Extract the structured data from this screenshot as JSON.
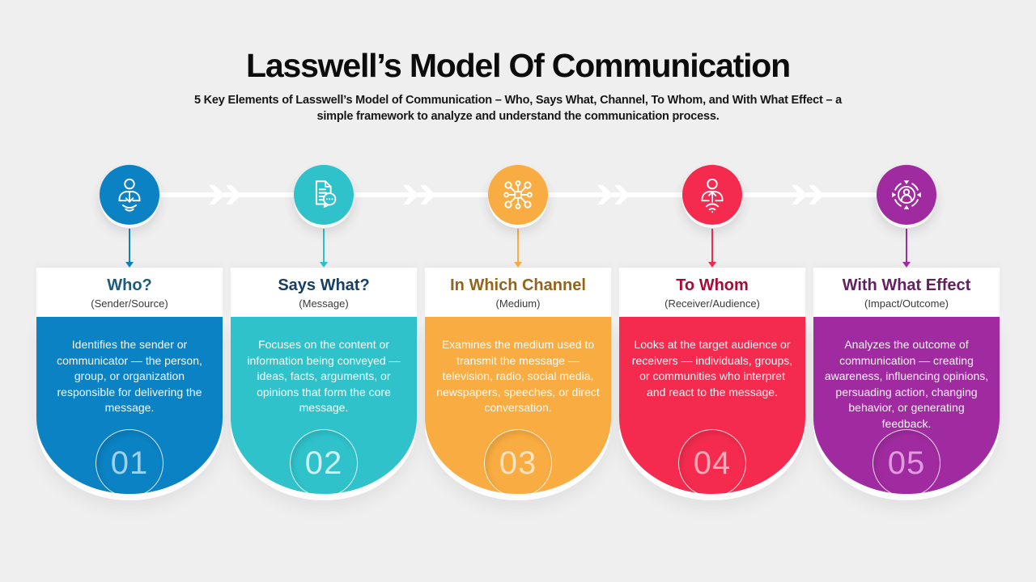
{
  "page": {
    "background": "#efeff0",
    "connector_line_color": "#ffffff"
  },
  "header": {
    "title": "Lasswell’s Model Of Communication",
    "subtitle": "5 Key Elements of Lasswell’s Model of Communication – Who, Says What, Channel, To Whom, and With What Effect – a simple framework to analyze and understand the communication process."
  },
  "columns": [
    {
      "number": "01",
      "title": "Who?",
      "subtitle": "(Sender/Source)",
      "body": "Identifies the sender or communicator — the person, group, or organization responsible for delivering the message.",
      "icon": "sender-broadcast-icon",
      "colors": {
        "accent": "#0b82c3",
        "heading": "#1e5b7a",
        "number": "#9fd0ee"
      }
    },
    {
      "number": "02",
      "title": "Says What?",
      "subtitle": "(Message)",
      "body": "Focuses on the content or information being conveyed — ideas, facts, arguments, or opinions that form the core message.",
      "icon": "message-document-chat-icon",
      "colors": {
        "accent": "#2fc2ca",
        "heading": "#173f63",
        "number": "#cdf2f3"
      }
    },
    {
      "number": "03",
      "title": "In Which Channel",
      "subtitle": "(Medium)",
      "body": "Examines the medium used to transmit the message — television, radio, social media, newspapers, speeches, or direct conversation.",
      "icon": "channel-network-icon",
      "colors": {
        "accent": "#f8ac41",
        "heading": "#92641c",
        "number": "#fce3bd"
      }
    },
    {
      "number": "04",
      "title": "To Whom",
      "subtitle": "(Receiver/Audience)",
      "body": "Looks at the target audience or receivers — individuals, groups, or communities who interpret and react to the message.",
      "icon": "receiver-broadcast-icon",
      "colors": {
        "accent": "#f42b4e",
        "heading": "#a30c38",
        "number": "#fba9b8"
      }
    },
    {
      "number": "05",
      "title": "With What Effect",
      "subtitle": "(Impact/Outcome)",
      "body": "Analyzes the outcome of communication — creating awareness, influencing opinions, persuading action, changing behavior, or generating feedback.",
      "icon": "effect-feedback-loop-icon",
      "colors": {
        "accent": "#a02ba0",
        "heading": "#652064",
        "number": "#e09ade"
      }
    }
  ]
}
